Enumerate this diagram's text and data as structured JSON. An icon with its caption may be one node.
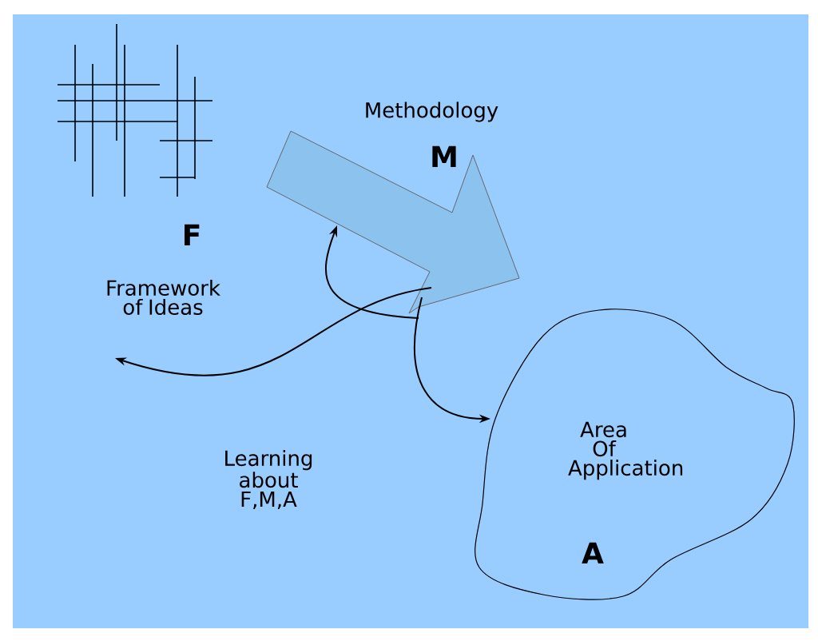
{
  "diagram": {
    "nodes": [
      {
        "text": [
          "F",
          "Framework of Ideas"
        ]
      },
      {
        "text": [
          "Methodology",
          "M"
        ]
      },
      {
        "text": [
          "Area Of Application",
          "A"
        ]
      }
    ],
    "edges": [
      {
        "from": 1,
        "to": 0,
        "arrow": "to"
      },
      {
        "from": 1,
        "to": 2,
        "arrow": "to"
      },
      {
        "from": null,
        "to": 1,
        "arrow": "to"
      }
    ],
    "labels": [
      "Learning about F,M,A"
    ]
  }
}
